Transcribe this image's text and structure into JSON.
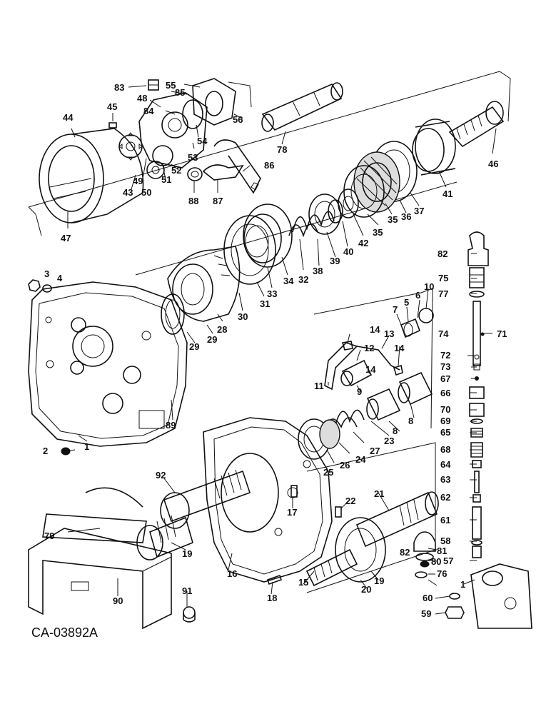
{
  "drawing_code": "CA-03892A",
  "callouts": {
    "c83": "83",
    "c48": "48",
    "c55": "55",
    "c85": "85",
    "c84": "84",
    "c45": "45",
    "c44": "44",
    "c56": "56",
    "c78": "78",
    "c54": "54",
    "c53": "53",
    "c52": "52",
    "c49": "49",
    "c51": "51",
    "c43": "43",
    "c50": "50",
    "c86": "86",
    "c88": "88",
    "c87": "87",
    "c47": "47",
    "c46": "46",
    "c41": "41",
    "c37": "37",
    "c36": "36",
    "c35a": "35",
    "c35b": "35",
    "c42": "42",
    "c40": "40",
    "c39": "39",
    "c38": "38",
    "c32": "32",
    "c34": "34",
    "c33": "33",
    "c31": "31",
    "c30": "30",
    "c28": "28",
    "c29a": "29",
    "c29b": "29",
    "c3": "3",
    "c4": "4",
    "c82a": "82",
    "c75": "75",
    "c77": "77",
    "c74": "74",
    "c71": "71",
    "c10": "10",
    "c6": "6",
    "c5": "5",
    "c7": "7",
    "c14a": "14",
    "c13": "13",
    "c12": "12",
    "c14b": "14",
    "c14c": "14",
    "c11": "11",
    "c9": "9",
    "c8a": "8",
    "c8b": "8",
    "c72": "72",
    "c73": "73",
    "c67": "67",
    "c66": "66",
    "c70": "70",
    "c69": "69",
    "c65": "65",
    "c68": "68",
    "c64": "64",
    "c63": "63",
    "c62": "62",
    "c61": "61",
    "c58": "58",
    "c81": "81",
    "c82b": "82",
    "c80": "80",
    "c57": "57",
    "c76": "76",
    "c1a": "1",
    "c60": "60",
    "c59": "59",
    "c89": "89",
    "c2": "2",
    "c1b": "1",
    "c23": "23",
    "c27": "27",
    "c24": "24",
    "c26": "26",
    "c25": "25",
    "c92": "92",
    "c17": "17",
    "c22": "22",
    "c21": "21",
    "c79": "79",
    "c19a": "19",
    "c16": "16",
    "c18": "18",
    "c15": "15",
    "c20": "20",
    "c19b": "19",
    "c90": "90",
    "c91": "91"
  }
}
